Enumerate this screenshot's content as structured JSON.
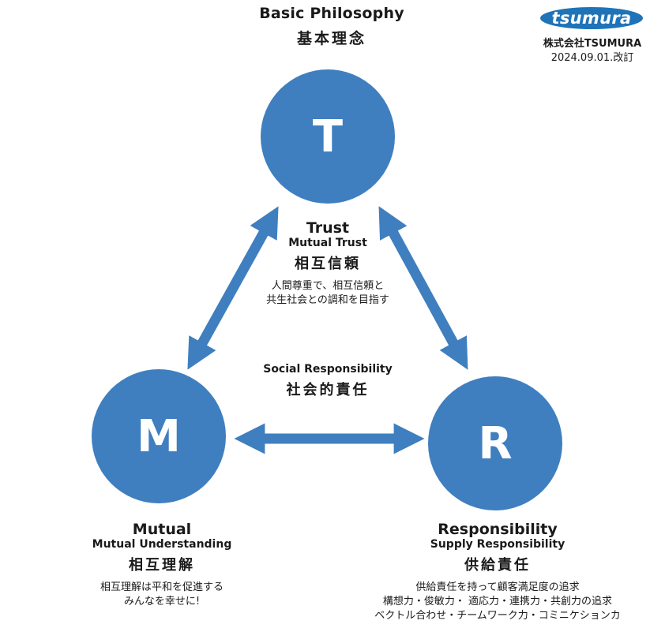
{
  "header": {
    "title": "Basic Philosophy",
    "subtitle": "基本理念"
  },
  "brand": {
    "logo_text": "tsumura",
    "company": "株式会社TSUMURA",
    "revision": "2024.09.01.改訂",
    "logo_color": "#1f73b8"
  },
  "colors": {
    "circle": "#3f7fbf",
    "arrow": "#3f7fbf"
  },
  "nodes": {
    "trust": {
      "letter": "T",
      "en_title": "Trust",
      "en_sub": "Mutual Trust",
      "ja_title": "相互信頼",
      "desc": [
        "人間尊重で、相互信頼と",
        "共生社会との調和を目指す"
      ]
    },
    "mutual": {
      "letter": "M",
      "en_title": "Mutual",
      "en_sub": "Mutual Understanding",
      "ja_title": "相互理解",
      "desc": [
        "相互理解は平和を促進する",
        "みんなを幸せに!"
      ]
    },
    "responsibility": {
      "letter": "R",
      "en_title": "Responsibility",
      "en_sub": "Supply Responsibility",
      "ja_title": "供給責任",
      "desc": [
        "供給責任を持って顧客満足度の追求",
        "構想力・俊敏力・ 適応力・連携力・共創力の追求",
        "ベクトル合わせ・チームワーク力・コミニケションカ"
      ]
    }
  },
  "center": {
    "en": "Social Responsibility",
    "ja": "社会的責任"
  }
}
